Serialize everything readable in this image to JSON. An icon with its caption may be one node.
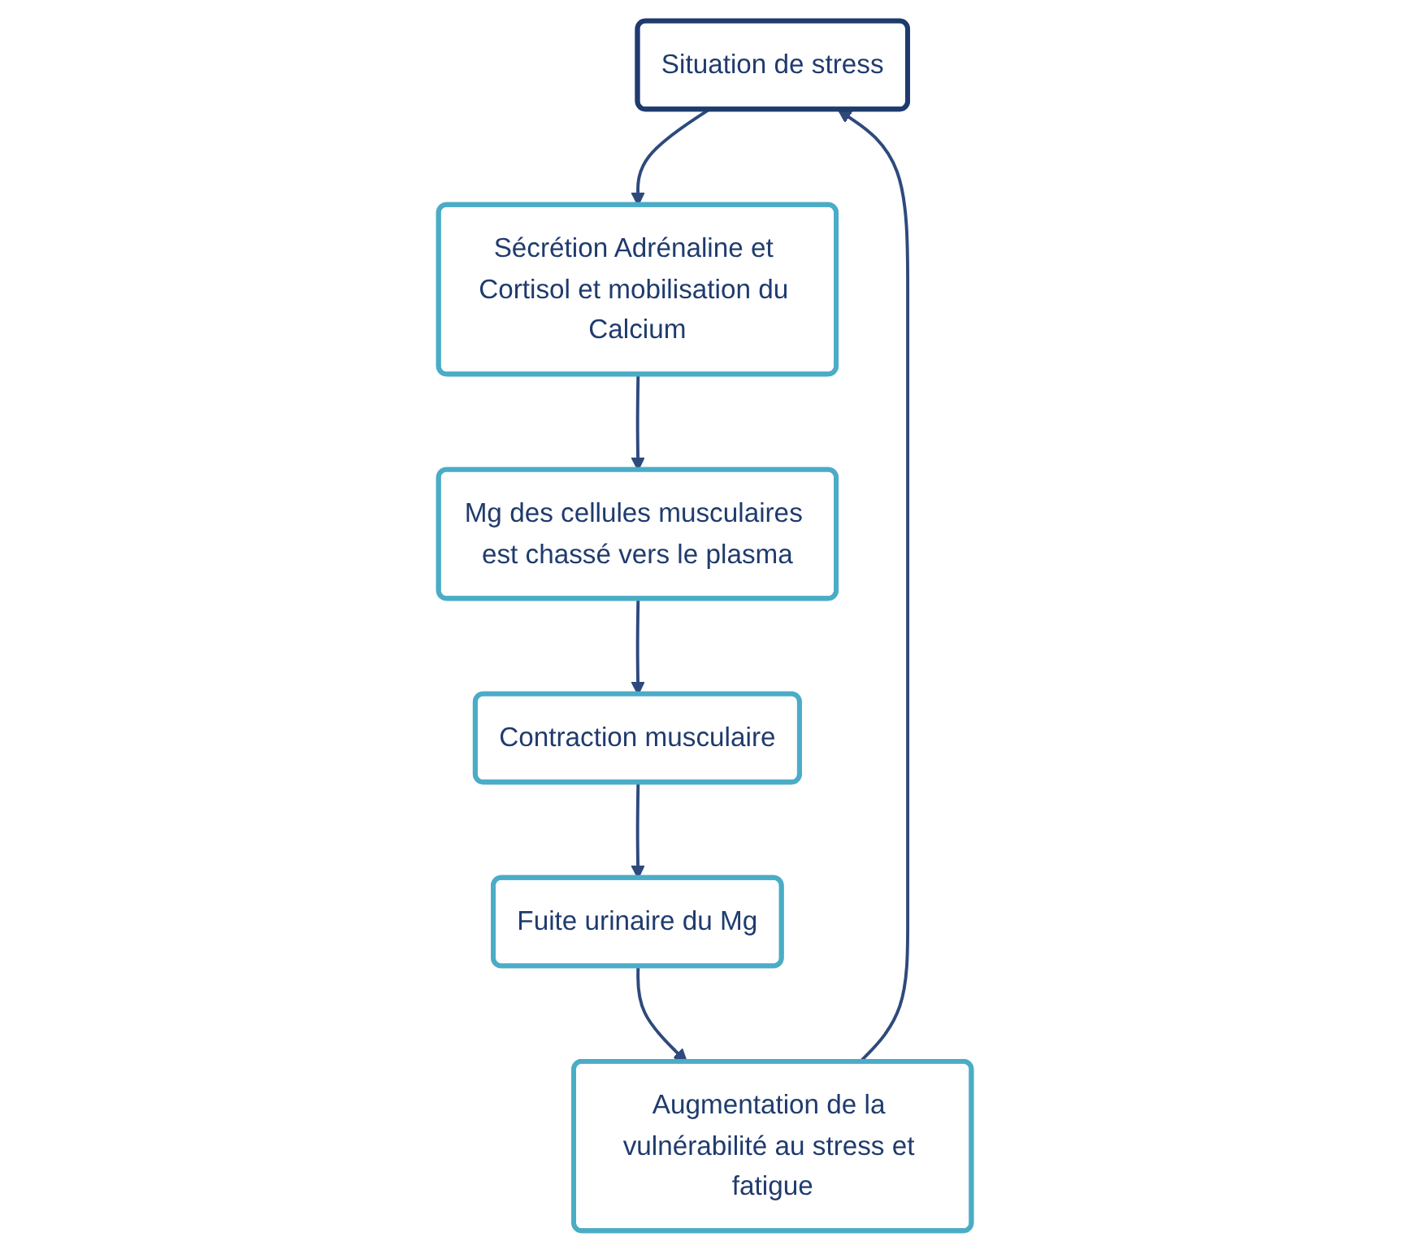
{
  "diagram": {
    "nodes": [
      {
        "text": [
          "Situation de stress"
        ]
      },
      {
        "text": [
          "Sécrétion Adrénaline et Cortisol et mobilisation du Calcium"
        ]
      },
      {
        "text": [
          "Mg des cellules musculaires est chassé vers le plasma"
        ]
      },
      {
        "text": [
          "Contraction musculaire"
        ]
      },
      {
        "text": [
          "Fuite urinaire du Mg"
        ]
      },
      {
        "text": [
          "Augmentation de la vulnérabilité au stress et fatigue"
        ]
      }
    ],
    "edges": [
      {
        "from": 0,
        "to": 1,
        "arrow": "to"
      },
      {
        "from": 1,
        "to": 2,
        "arrow": "to"
      },
      {
        "from": 2,
        "to": 3,
        "arrow": "to"
      },
      {
        "from": 3,
        "to": 4,
        "arrow": "to"
      },
      {
        "from": 4,
        "to": 5,
        "arrow": "to"
      },
      {
        "from": 5,
        "to": 0,
        "arrow": "to"
      }
    ]
  }
}
